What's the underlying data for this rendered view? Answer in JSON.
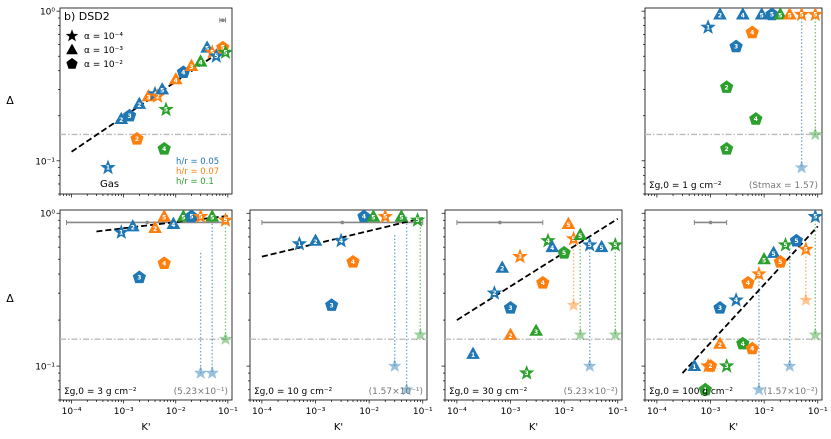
{
  "figure": {
    "label": "b) DSD2",
    "ylabel": "Δ",
    "xlabel": "K'",
    "legend_alpha": [
      "α = 10⁻⁴",
      "α = 10⁻³",
      "α = 10⁻²"
    ],
    "legend_hr": [
      {
        "text": "h/r = 0.05",
        "color": "#1f77b4"
      },
      {
        "text": "h/r = 0.07",
        "color": "#ff7f0e"
      },
      {
        "text": "h/r = 0.1",
        "color": "#2ca02c"
      }
    ],
    "colors": {
      "blue": "#1f77b4",
      "orange": "#ff7f0e",
      "green": "#2ca02c",
      "gray": "#888888"
    }
  },
  "chart_data": [
    {
      "type": "scatter",
      "panel": "gas",
      "annotation": "Gas",
      "stmax": "",
      "xlim": [
        6e-05,
        0.12
      ],
      "ylim": [
        0.06,
        1.05
      ],
      "xscale": "log",
      "yscale": "log",
      "fit": [
        [
          0.0001,
          0.115
        ],
        [
          0.1,
          0.58
        ]
      ],
      "hline": 0.15,
      "bar": [
        0.07,
        0.09,
        0.87
      ],
      "points": [
        {
          "x": 0.0005,
          "y": 0.09,
          "c": "blue",
          "m": "star",
          "n": "1"
        },
        {
          "x": 0.0009,
          "y": 0.19,
          "c": "blue",
          "m": "tri",
          "n": "2"
        },
        {
          "x": 0.0013,
          "y": 0.2,
          "c": "blue",
          "m": "pent",
          "n": "3"
        },
        {
          "x": 0.0018,
          "y": 0.14,
          "c": "orange",
          "m": "pent",
          "n": "2"
        },
        {
          "x": 0.002,
          "y": 0.24,
          "c": "blue",
          "m": "tri",
          "n": "2"
        },
        {
          "x": 0.003,
          "y": 0.27,
          "c": "orange",
          "m": "tri",
          "n": "3"
        },
        {
          "x": 0.004,
          "y": 0.28,
          "c": "blue",
          "m": "star",
          "n": "4"
        },
        {
          "x": 0.0045,
          "y": 0.27,
          "c": "orange",
          "m": "star",
          "n": "2"
        },
        {
          "x": 0.006,
          "y": 0.12,
          "c": "green",
          "m": "pent",
          "n": "4"
        },
        {
          "x": 0.0055,
          "y": 0.3,
          "c": "blue",
          "m": "tri",
          "n": "5"
        },
        {
          "x": 0.0065,
          "y": 0.22,
          "c": "green",
          "m": "star",
          "n": "5"
        },
        {
          "x": 0.01,
          "y": 0.35,
          "c": "orange",
          "m": "tri",
          "n": "4"
        },
        {
          "x": 0.014,
          "y": 0.39,
          "c": "blue",
          "m": "pent",
          "n": "4"
        },
        {
          "x": 0.02,
          "y": 0.43,
          "c": "orange",
          "m": "tri",
          "n": "3"
        },
        {
          "x": 0.03,
          "y": 0.46,
          "c": "green",
          "m": "tri",
          "n": "4"
        },
        {
          "x": 0.04,
          "y": 0.57,
          "c": "blue",
          "m": "tri",
          "n": "5"
        },
        {
          "x": 0.05,
          "y": 0.53,
          "c": "orange",
          "m": "star",
          "n": "5"
        },
        {
          "x": 0.06,
          "y": 0.5,
          "c": "blue",
          "m": "star",
          "n": "5"
        },
        {
          "x": 0.08,
          "y": 0.57,
          "c": "orange",
          "m": "pent",
          "n": "5"
        },
        {
          "x": 0.09,
          "y": 0.53,
          "c": "green",
          "m": "star",
          "n": "5"
        }
      ],
      "drops": []
    },
    {
      "type": "scatter",
      "panel": "sigma1",
      "annotation": "Σg,0 = 1 g cm⁻²",
      "stmax": "(Stmax = 1.57)",
      "xlim": [
        6e-05,
        0.12
      ],
      "ylim": [
        0.06,
        1.05
      ],
      "xscale": "log",
      "yscale": "log",
      "fit": [],
      "hline": 0.15,
      "bar": [],
      "points": [
        {
          "x": 0.0009,
          "y": 0.78,
          "c": "blue",
          "m": "star",
          "n": "1"
        },
        {
          "x": 0.0015,
          "y": 0.95,
          "c": "blue",
          "m": "tri",
          "n": "2"
        },
        {
          "x": 0.002,
          "y": 0.12,
          "c": "green",
          "m": "pent",
          "n": "2"
        },
        {
          "x": 0.002,
          "y": 0.31,
          "c": "green",
          "m": "pent",
          "n": "2"
        },
        {
          "x": 0.003,
          "y": 0.58,
          "c": "blue",
          "m": "pent",
          "n": "3"
        },
        {
          "x": 0.004,
          "y": 0.95,
          "c": "blue",
          "m": "tri",
          "n": "4"
        },
        {
          "x": 0.006,
          "y": 0.72,
          "c": "orange",
          "m": "pent",
          "n": "4"
        },
        {
          "x": 0.007,
          "y": 0.19,
          "c": "green",
          "m": "pent",
          "n": "4"
        },
        {
          "x": 0.009,
          "y": 0.95,
          "c": "blue",
          "m": "tri",
          "n": "5"
        },
        {
          "x": 0.014,
          "y": 0.95,
          "c": "blue",
          "m": "pent",
          "n": "5"
        },
        {
          "x": 0.02,
          "y": 0.95,
          "c": "green",
          "m": "tri",
          "n": "5"
        },
        {
          "x": 0.03,
          "y": 0.95,
          "c": "orange",
          "m": "tri",
          "n": "5"
        },
        {
          "x": 0.05,
          "y": 0.95,
          "c": "orange",
          "m": "star",
          "n": "5"
        },
        {
          "x": 0.09,
          "y": 0.95,
          "c": "orange",
          "m": "star",
          "n": "5"
        }
      ],
      "drops": [
        {
          "x": 0.05,
          "y0": 0.95,
          "y1": 0.09,
          "c": "blue"
        },
        {
          "x": 0.09,
          "y0": 0.95,
          "y1": 0.15,
          "c": "green"
        }
      ]
    },
    {
      "type": "scatter",
      "panel": "sigma3",
      "annotation": "Σg,0 = 3 g cm⁻²",
      "stmax": "(5.23×10⁻¹)",
      "xlim": [
        6e-05,
        0.12
      ],
      "ylim": [
        0.06,
        1.05
      ],
      "xscale": "log",
      "yscale": "log",
      "fit": [
        [
          0.0003,
          0.76
        ],
        [
          0.1,
          0.96
        ]
      ],
      "hline": 0.15,
      "bar": [
        8e-05,
        0.1,
        0.87
      ],
      "points": [
        {
          "x": 0.0009,
          "y": 0.75,
          "c": "blue",
          "m": "star",
          "n": "1"
        },
        {
          "x": 0.0015,
          "y": 0.82,
          "c": "blue",
          "m": "tri",
          "n": "2"
        },
        {
          "x": 0.002,
          "y": 0.38,
          "c": "blue",
          "m": "pent",
          "n": "3"
        },
        {
          "x": 0.004,
          "y": 0.8,
          "c": "orange",
          "m": "tri",
          "n": "2"
        },
        {
          "x": 0.006,
          "y": 0.95,
          "c": "orange",
          "m": "tri",
          "n": "5"
        },
        {
          "x": 0.006,
          "y": 0.47,
          "c": "orange",
          "m": "pent",
          "n": "4"
        },
        {
          "x": 0.009,
          "y": 0.85,
          "c": "blue",
          "m": "tri",
          "n": "4"
        },
        {
          "x": 0.014,
          "y": 0.95,
          "c": "green",
          "m": "tri",
          "n": "5"
        },
        {
          "x": 0.02,
          "y": 0.95,
          "c": "blue",
          "m": "pent",
          "n": "5"
        },
        {
          "x": 0.03,
          "y": 0.95,
          "c": "orange",
          "m": "star",
          "n": "5"
        },
        {
          "x": 0.05,
          "y": 0.95,
          "c": "green",
          "m": "tri",
          "n": "5"
        },
        {
          "x": 0.09,
          "y": 0.9,
          "c": "orange",
          "m": "star",
          "n": "5"
        }
      ],
      "drops": [
        {
          "x": 0.03,
          "y0": 0.55,
          "y1": 0.09,
          "c": "blue"
        },
        {
          "x": 0.05,
          "y0": 0.95,
          "y1": 0.09,
          "c": "blue"
        },
        {
          "x": 0.09,
          "y0": 0.9,
          "y1": 0.15,
          "c": "green"
        }
      ]
    },
    {
      "type": "scatter",
      "panel": "sigma10",
      "annotation": "Σg,0 = 10 g cm⁻²",
      "stmax": "(1.57×10⁻¹)",
      "xlim": [
        6e-05,
        0.12
      ],
      "ylim": [
        0.06,
        1.05
      ],
      "xscale": "log",
      "yscale": "log",
      "fit": [
        [
          0.0001,
          0.52
        ],
        [
          0.1,
          0.93
        ]
      ],
      "hline": 0.15,
      "bar": [
        0.0001,
        0.1,
        0.87
      ],
      "points": [
        {
          "x": 0.0005,
          "y": 0.63,
          "c": "blue",
          "m": "star",
          "n": "1"
        },
        {
          "x": 0.001,
          "y": 0.66,
          "c": "blue",
          "m": "tri",
          "n": "2"
        },
        {
          "x": 0.002,
          "y": 0.25,
          "c": "blue",
          "m": "pent",
          "n": "3"
        },
        {
          "x": 0.003,
          "y": 0.66,
          "c": "blue",
          "m": "star",
          "n": "4"
        },
        {
          "x": 0.005,
          "y": 0.48,
          "c": "orange",
          "m": "pent",
          "n": "4"
        },
        {
          "x": 0.008,
          "y": 0.95,
          "c": "blue",
          "m": "pent",
          "n": "4"
        },
        {
          "x": 0.012,
          "y": 0.95,
          "c": "green",
          "m": "tri",
          "n": "5"
        },
        {
          "x": 0.02,
          "y": 0.95,
          "c": "orange",
          "m": "star",
          "n": "5"
        },
        {
          "x": 0.04,
          "y": 0.95,
          "c": "green",
          "m": "tri",
          "n": "5"
        },
        {
          "x": 0.08,
          "y": 0.9,
          "c": "green",
          "m": "star",
          "n": "5"
        }
      ],
      "drops": [
        {
          "x": 0.03,
          "y0": 0.72,
          "y1": 0.1,
          "c": "blue"
        },
        {
          "x": 0.05,
          "y0": 0.95,
          "y1": 0.07,
          "c": "blue"
        },
        {
          "x": 0.09,
          "y0": 0.9,
          "y1": 0.16,
          "c": "green"
        }
      ]
    },
    {
      "type": "scatter",
      "panel": "sigma30",
      "annotation": "Σg,0 = 30 g cm⁻²",
      "stmax": "(5.23×10⁻²)",
      "xlim": [
        6e-05,
        0.12
      ],
      "ylim": [
        0.06,
        1.05
      ],
      "xscale": "log",
      "yscale": "log",
      "fit": [
        [
          0.0001,
          0.2
        ],
        [
          0.1,
          0.92
        ]
      ],
      "hline": 0.15,
      "bar": [
        0.0001,
        0.004,
        0.87
      ],
      "points": [
        {
          "x": 0.0002,
          "y": 0.12,
          "c": "blue",
          "m": "tri",
          "n": "1"
        },
        {
          "x": 0.0005,
          "y": 0.3,
          "c": "blue",
          "m": "star",
          "n": "2"
        },
        {
          "x": 0.0007,
          "y": 0.44,
          "c": "blue",
          "m": "tri",
          "n": "2"
        },
        {
          "x": 0.001,
          "y": 0.16,
          "c": "orange",
          "m": "tri",
          "n": "2"
        },
        {
          "x": 0.001,
          "y": 0.24,
          "c": "blue",
          "m": "pent",
          "n": "3"
        },
        {
          "x": 0.0015,
          "y": 0.52,
          "c": "orange",
          "m": "star",
          "n": "3"
        },
        {
          "x": 0.002,
          "y": 0.09,
          "c": "green",
          "m": "star",
          "n": "3"
        },
        {
          "x": 0.003,
          "y": 0.17,
          "c": "green",
          "m": "tri",
          "n": "3"
        },
        {
          "x": 0.004,
          "y": 0.35,
          "c": "orange",
          "m": "pent",
          "n": "4"
        },
        {
          "x": 0.005,
          "y": 0.66,
          "c": "green",
          "m": "star",
          "n": "4"
        },
        {
          "x": 0.006,
          "y": 0.6,
          "c": "blue",
          "m": "tri",
          "n": "4"
        },
        {
          "x": 0.01,
          "y": 0.55,
          "c": "green",
          "m": "pent",
          "n": "5"
        },
        {
          "x": 0.012,
          "y": 0.85,
          "c": "orange",
          "m": "tri",
          "n": "5"
        },
        {
          "x": 0.015,
          "y": 0.68,
          "c": "orange",
          "m": "star",
          "n": "5"
        },
        {
          "x": 0.02,
          "y": 0.72,
          "c": "green",
          "m": "tri",
          "n": "5"
        },
        {
          "x": 0.03,
          "y": 0.62,
          "c": "blue",
          "m": "star",
          "n": "5"
        },
        {
          "x": 0.05,
          "y": 0.6,
          "c": "blue",
          "m": "tri",
          "n": "5"
        },
        {
          "x": 0.09,
          "y": 0.62,
          "c": "green",
          "m": "star",
          "n": "5"
        }
      ],
      "drops": [
        {
          "x": 0.015,
          "y0": 0.68,
          "y1": 0.25,
          "c": "orange"
        },
        {
          "x": 0.02,
          "y0": 0.72,
          "y1": 0.16,
          "c": "green"
        },
        {
          "x": 0.03,
          "y0": 0.62,
          "y1": 0.1,
          "c": "blue"
        },
        {
          "x": 0.09,
          "y0": 0.62,
          "y1": 0.16,
          "c": "green"
        }
      ]
    },
    {
      "type": "scatter",
      "panel": "sigma100",
      "annotation": "Σg,0 = 100 g cm⁻²",
      "stmax": "(1.57×10⁻²)",
      "xlim": [
        6e-05,
        0.12
      ],
      "ylim": [
        0.06,
        1.05
      ],
      "xscale": "log",
      "yscale": "log",
      "fit": [
        [
          0.0003,
          0.09
        ],
        [
          0.1,
          0.82
        ]
      ],
      "hline": 0.15,
      "bar": [
        0.0005,
        0.002,
        0.87
      ],
      "points": [
        {
          "x": 0.0005,
          "y": 0.1,
          "c": "blue",
          "m": "tri",
          "n": "1"
        },
        {
          "x": 0.0008,
          "y": 0.07,
          "c": "green",
          "m": "pent",
          "n": "1"
        },
        {
          "x": 0.0009,
          "y": 0.1,
          "c": "orange",
          "m": "star",
          "n": "2"
        },
        {
          "x": 0.001,
          "y": 0.1,
          "c": "orange",
          "m": "pent",
          "n": "2"
        },
        {
          "x": 0.0015,
          "y": 0.14,
          "c": "orange",
          "m": "tri",
          "n": "2"
        },
        {
          "x": 0.0015,
          "y": 0.24,
          "c": "blue",
          "m": "pent",
          "n": "3"
        },
        {
          "x": 0.002,
          "y": 0.1,
          "c": "green",
          "m": "star",
          "n": "3"
        },
        {
          "x": 0.003,
          "y": 0.27,
          "c": "blue",
          "m": "star",
          "n": "4"
        },
        {
          "x": 0.004,
          "y": 0.14,
          "c": "green",
          "m": "pent",
          "n": "4"
        },
        {
          "x": 0.005,
          "y": 0.35,
          "c": "orange",
          "m": "pent",
          "n": "4"
        },
        {
          "x": 0.006,
          "y": 0.13,
          "c": "orange",
          "m": "pent",
          "n": "4"
        },
        {
          "x": 0.008,
          "y": 0.4,
          "c": "orange",
          "m": "star",
          "n": "5"
        },
        {
          "x": 0.01,
          "y": 0.5,
          "c": "green",
          "m": "tri",
          "n": "5"
        },
        {
          "x": 0.015,
          "y": 0.55,
          "c": "blue",
          "m": "tri",
          "n": "5"
        },
        {
          "x": 0.02,
          "y": 0.48,
          "c": "orange",
          "m": "pent",
          "n": "5"
        },
        {
          "x": 0.025,
          "y": 0.62,
          "c": "green",
          "m": "star",
          "n": "5"
        },
        {
          "x": 0.04,
          "y": 0.66,
          "c": "blue",
          "m": "pent",
          "n": "5"
        },
        {
          "x": 0.06,
          "y": 0.58,
          "c": "orange",
          "m": "star",
          "n": "5"
        },
        {
          "x": 0.09,
          "y": 0.95,
          "c": "blue",
          "m": "star",
          "n": "5"
        }
      ],
      "drops": [
        {
          "x": 0.008,
          "y0": 0.4,
          "y1": 0.07,
          "c": "blue"
        },
        {
          "x": 0.03,
          "y0": 0.62,
          "y1": 0.1,
          "c": "blue"
        },
        {
          "x": 0.06,
          "y0": 0.58,
          "y1": 0.27,
          "c": "orange"
        },
        {
          "x": 0.09,
          "y0": 0.95,
          "y1": 0.16,
          "c": "green"
        }
      ]
    }
  ]
}
